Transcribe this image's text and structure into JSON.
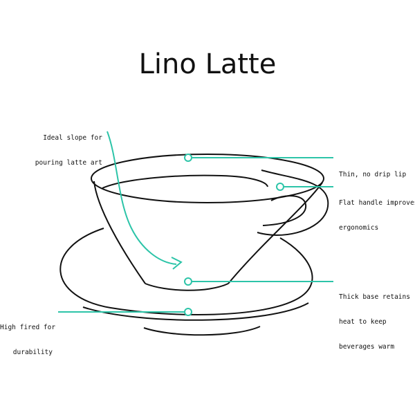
{
  "title": "Lino Latte",
  "colors": {
    "ink": "#111111",
    "accent": "#2cc4a8"
  },
  "annotations": {
    "slope": [
      "Ideal slope for",
      "pouring latte art"
    ],
    "lip": [
      "Thin, no drip lip"
    ],
    "handle": [
      "Flat handle improves",
      "ergonomics"
    ],
    "base": [
      "Thick base retains",
      "heat to keep",
      "beverages warm"
    ],
    "fired": [
      "High fired for",
      "durability"
    ]
  }
}
